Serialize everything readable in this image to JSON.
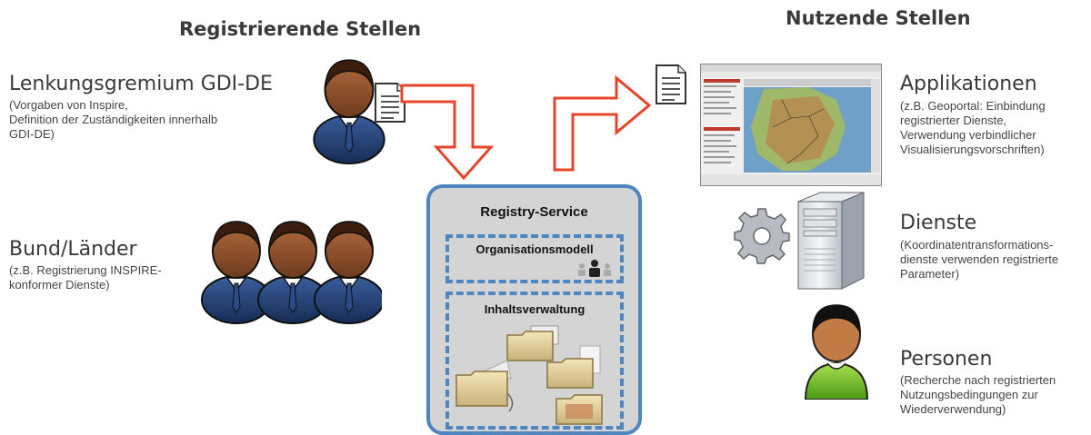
{
  "headings": {
    "left": "Registrierende Stellen",
    "right": "Nutzende Stellen"
  },
  "left_entries": {
    "lenkung": {
      "title": "Lenkungsgremium GDI-DE",
      "desc": [
        "(Vorgaben von Inspire,",
        "Definition der Zuständigkeiten innerhalb",
        "GDI-DE)"
      ]
    },
    "bund": {
      "title": "Bund/Länder",
      "desc": [
        "(z.B. Registrierung INSPIRE-",
        "konformer Dienste)"
      ]
    }
  },
  "right_entries": {
    "applikationen": {
      "title": "Applikationen",
      "desc": [
        "(z.B. Geoportal: Einbindung",
        "registrierter Dienste,",
        "Verwendung verbindlicher",
        "Visualisierungsvorschriften)"
      ]
    },
    "dienste": {
      "title": "Dienste",
      "desc": [
        "(Koordinatentransformations-",
        "dienste verwenden registrierte",
        "Parameter)"
      ]
    },
    "personen": {
      "title": "Personen",
      "desc": [
        "(Recherche nach registrierten",
        "Nutzungsbedingungen zur",
        "Wiederverwendung)"
      ]
    }
  },
  "registry": {
    "title": "Registry-Service",
    "organisationsmodell": "Organisationsmodell",
    "inhaltsverwaltung": "Inhaltsverwaltung"
  },
  "colors": {
    "arrow": "#e8442a",
    "registry_border": "#4f86c0",
    "registry_fill": "#d4d4d4",
    "suit": "#1c3a6b",
    "skin": "#7a4526",
    "green_shirt": "#7cc22c"
  }
}
